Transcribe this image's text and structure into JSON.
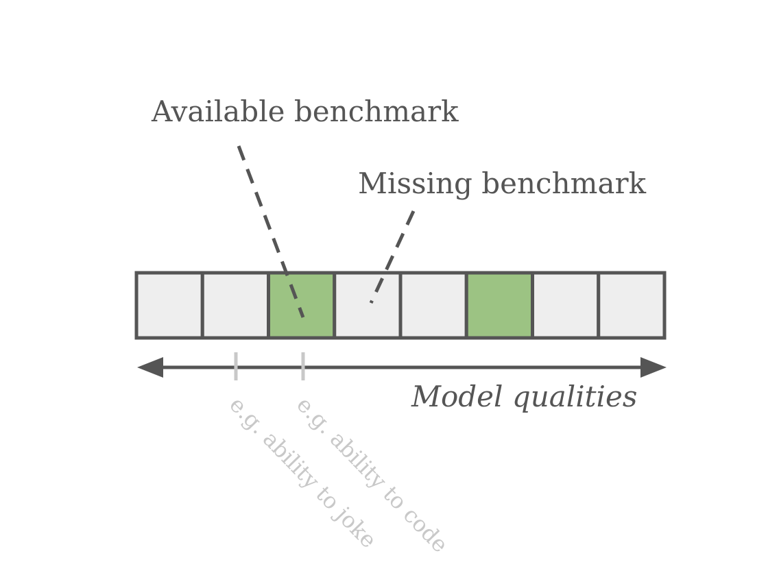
{
  "labels": {
    "available": "Available benchmark",
    "missing": "Missing benchmark",
    "axis": "Model qualities"
  },
  "examples": {
    "joke": "e.g. ability to joke",
    "code": "e.g. ability to code"
  },
  "cells": [
    {
      "state": "missing"
    },
    {
      "state": "missing"
    },
    {
      "state": "available"
    },
    {
      "state": "missing"
    },
    {
      "state": "missing"
    },
    {
      "state": "available"
    },
    {
      "state": "missing"
    },
    {
      "state": "missing"
    }
  ],
  "colors": {
    "available": "#9cc383",
    "missing": "#eeeeee",
    "stroke": "#555555",
    "text": "#555555",
    "example_text": "#c8c8c8"
  }
}
